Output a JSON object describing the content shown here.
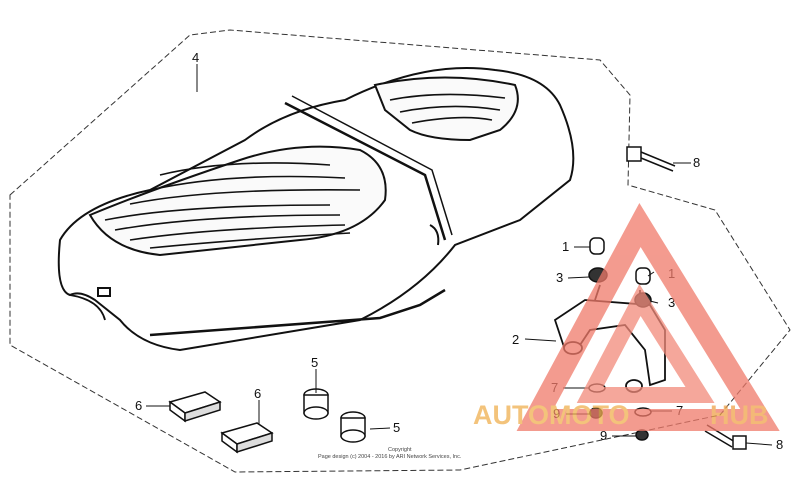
{
  "diagram": {
    "callouts": [
      "1",
      "1",
      "2",
      "3",
      "3",
      "4",
      "5",
      "5",
      "6",
      "6",
      "7",
      "7",
      "8",
      "8",
      "9",
      "9"
    ]
  },
  "copyright": {
    "line1": "Copyright",
    "line2": "Page design (c) 2004 - 2016 by ARI Network Services, Inc."
  },
  "watermark": {
    "text_part1": "AUTOMOTO",
    "text_part2": "HUB",
    "color_primary": "#f0a24a",
    "color_secondary": "#ef5a4a"
  }
}
